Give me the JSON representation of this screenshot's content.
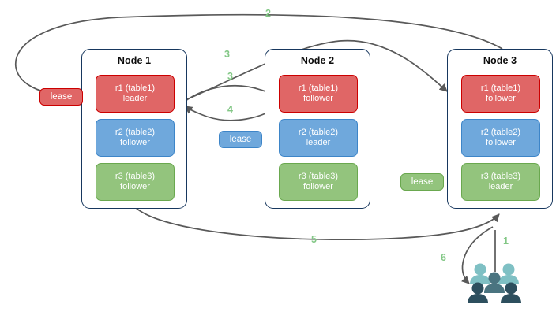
{
  "diagram": {
    "title": "",
    "colors": {
      "replica_red": "#e06666",
      "replica_red_border": "#cc0000",
      "replica_blue": "#6fa8dc",
      "replica_blue_border": "#3d85c8",
      "replica_green": "#93c47d",
      "replica_green_border": "#6aa84f",
      "node_border": "#17375e",
      "edge": "#595959",
      "step_label": "#82c785",
      "client_light": "#7fc0c4",
      "client_mid": "#4a7480",
      "client_dark": "#2d4f5e"
    }
  },
  "nodes": [
    {
      "id": "node-1",
      "title": "Node 1",
      "replicas": [
        {
          "name": "r1 (table1)",
          "role": "leader",
          "color": "red"
        },
        {
          "name": "r2 (table2)",
          "role": "follower",
          "color": "blue"
        },
        {
          "name": "r3 (table3)",
          "role": "follower",
          "color": "green"
        }
      ]
    },
    {
      "id": "node-2",
      "title": "Node 2",
      "replicas": [
        {
          "name": "r1 (table1)",
          "role": "follower",
          "color": "red"
        },
        {
          "name": "r2 (table2)",
          "role": "leader",
          "color": "blue"
        },
        {
          "name": "r3 (table3)",
          "role": "follower",
          "color": "green"
        }
      ]
    },
    {
      "id": "node-3",
      "title": "Node 3",
      "replicas": [
        {
          "name": "r1 (table1)",
          "role": "follower",
          "color": "red"
        },
        {
          "name": "r2 (table2)",
          "role": "follower",
          "color": "blue"
        },
        {
          "name": "r3 (table3)",
          "role": "leader",
          "color": "green"
        }
      ]
    }
  ],
  "leases": [
    {
      "id": "lease-r1",
      "label": "lease",
      "color": "red"
    },
    {
      "id": "lease-r2",
      "label": "lease",
      "color": "blue"
    },
    {
      "id": "lease-r3",
      "label": "lease",
      "color": "green"
    }
  ],
  "steps": [
    {
      "id": "step-1",
      "label": "1"
    },
    {
      "id": "step-2",
      "label": "2"
    },
    {
      "id": "step-3a",
      "label": "3"
    },
    {
      "id": "step-3b",
      "label": "3"
    },
    {
      "id": "step-4",
      "label": "4"
    },
    {
      "id": "step-5",
      "label": "5"
    },
    {
      "id": "step-6",
      "label": "6"
    }
  ],
  "icons": {
    "clients": "clients-group-icon"
  }
}
